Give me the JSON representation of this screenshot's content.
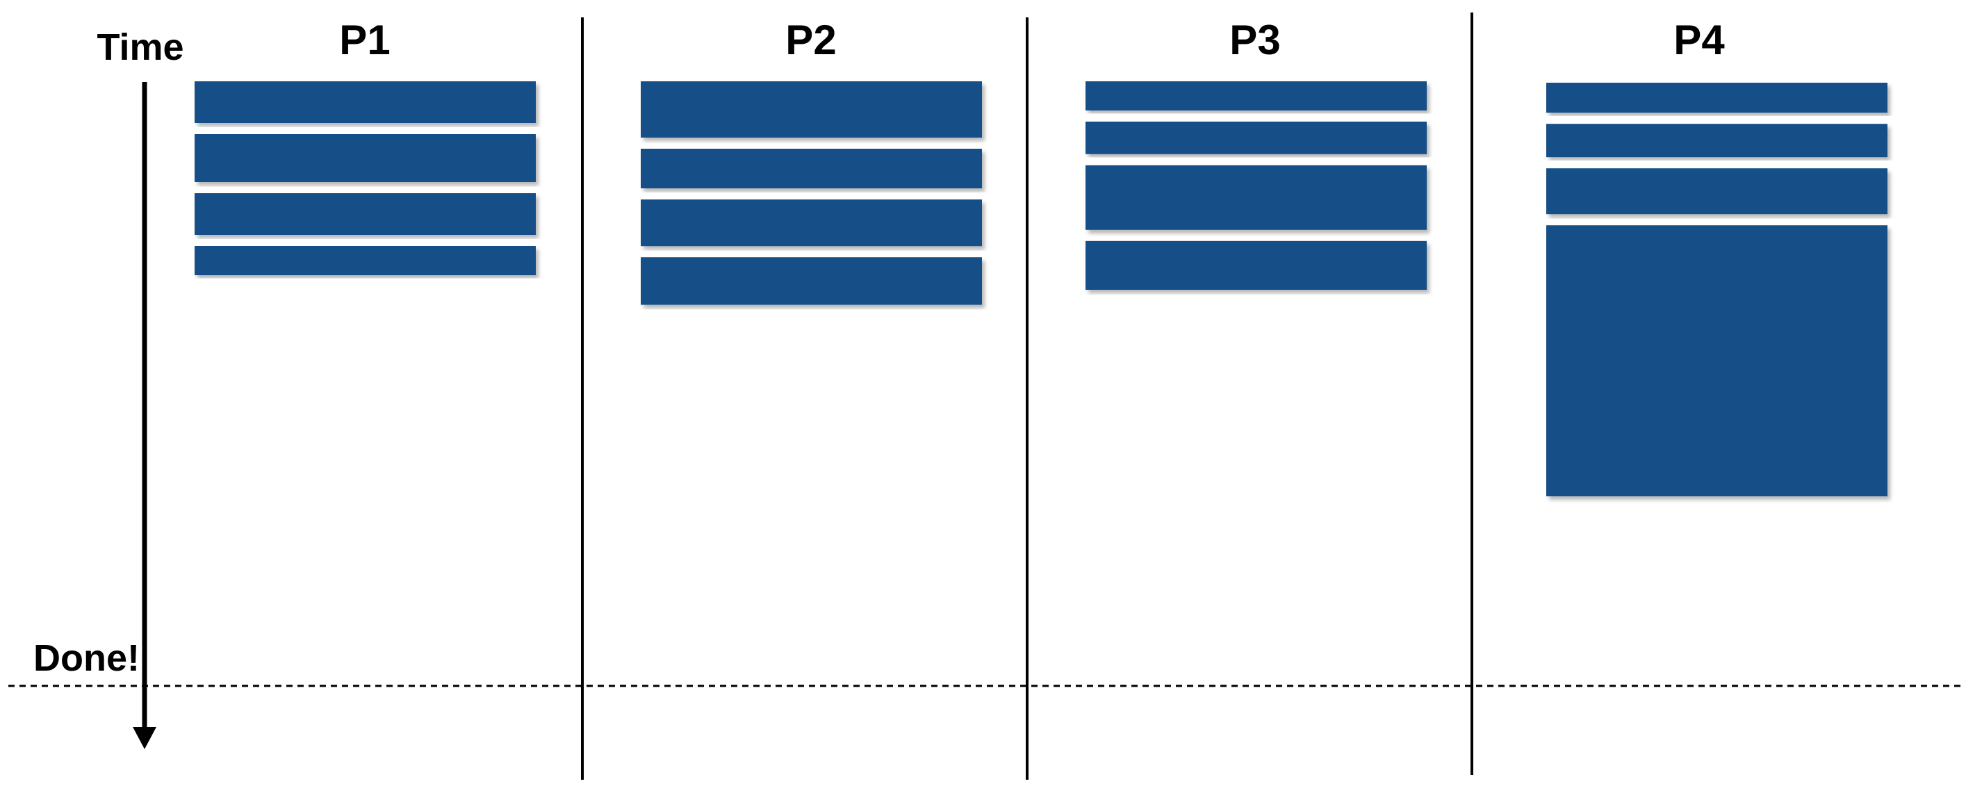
{
  "labels": {
    "time": "Time",
    "done": "Done!"
  },
  "colors": {
    "task_fill": "#175087",
    "line": "#000000",
    "background": "#ffffff"
  },
  "processors": [
    {
      "name": "P1",
      "tasks": [
        1.0,
        1.15,
        1.0,
        0.7
      ]
    },
    {
      "name": "P2",
      "tasks": [
        1.35,
        0.95,
        1.12,
        1.14
      ]
    },
    {
      "name": "P3",
      "tasks": [
        0.7,
        0.78,
        1.55,
        1.17
      ]
    },
    {
      "name": "P4",
      "tasks": [
        0.72,
        0.8,
        1.1,
        6.5
      ]
    }
  ]
}
